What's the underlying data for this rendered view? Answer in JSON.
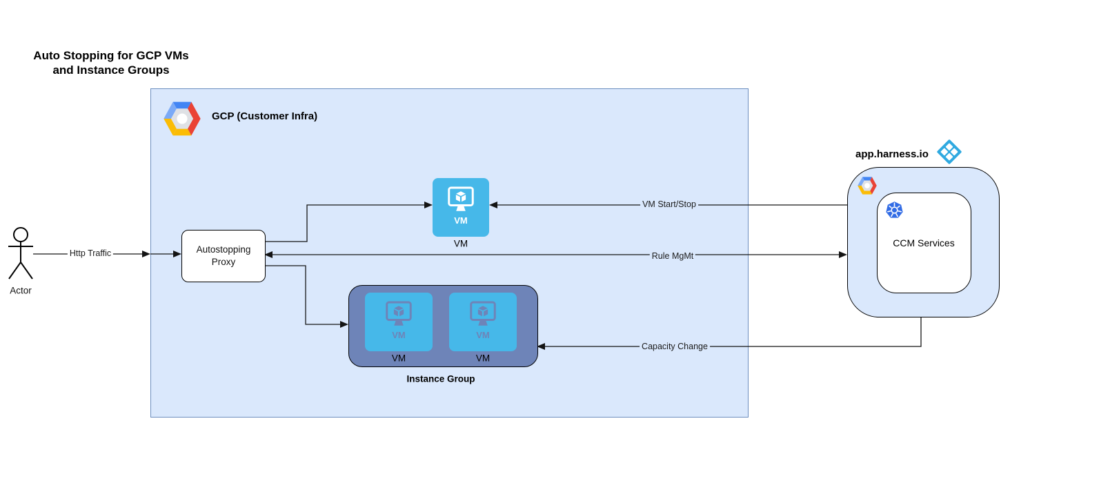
{
  "diagram": {
    "title_line1": "Auto Stopping for GCP VMs",
    "title_line2": "and Instance Groups"
  },
  "actor": {
    "label": "Actor"
  },
  "gcp": {
    "label": "GCP (Customer Infra)"
  },
  "proxy": {
    "line1": "Autostopping",
    "line2": "Proxy"
  },
  "vm_node": {
    "icon_text": "VM",
    "label": "VM"
  },
  "instance_group": {
    "label": "Instance Group",
    "vm1": {
      "icon_text": "VM",
      "label": "VM"
    },
    "vm2": {
      "icon_text": "VM",
      "label": "VM"
    }
  },
  "harness": {
    "domain": "app.harness.io",
    "ccm": "CCM Services"
  },
  "edges": {
    "http_traffic": "Http Traffic",
    "vm_start_stop": "VM Start/Stop",
    "rule_mgmt": "Rule MgMt",
    "capacity_change": "Capacity Change"
  },
  "icons": {
    "gcp_logo": "gcp-hexagon-logo",
    "harness_logo": "harness-diamond-logo",
    "kubernetes": "kubernetes-helm-icon",
    "vm_monitor": "vm-monitor-cube-icon",
    "actor": "uml-actor-stick-figure"
  },
  "colors": {
    "gcp_box_fill": "#dae8fc",
    "gcp_box_border": "#6c8ebf",
    "harness_box_fill": "#dae8fc",
    "vm_icon_fill": "#46b8e9",
    "instance_group_fill": "#6e84b8",
    "kubernetes_blue": "#326ce5",
    "harness_logo_blue": "#2fa9e0",
    "google_blue": "#4285f4",
    "google_light_blue": "#7baaf7",
    "google_red": "#ea4335",
    "google_yellow": "#fbbc05",
    "edge_stroke": "#141414"
  }
}
